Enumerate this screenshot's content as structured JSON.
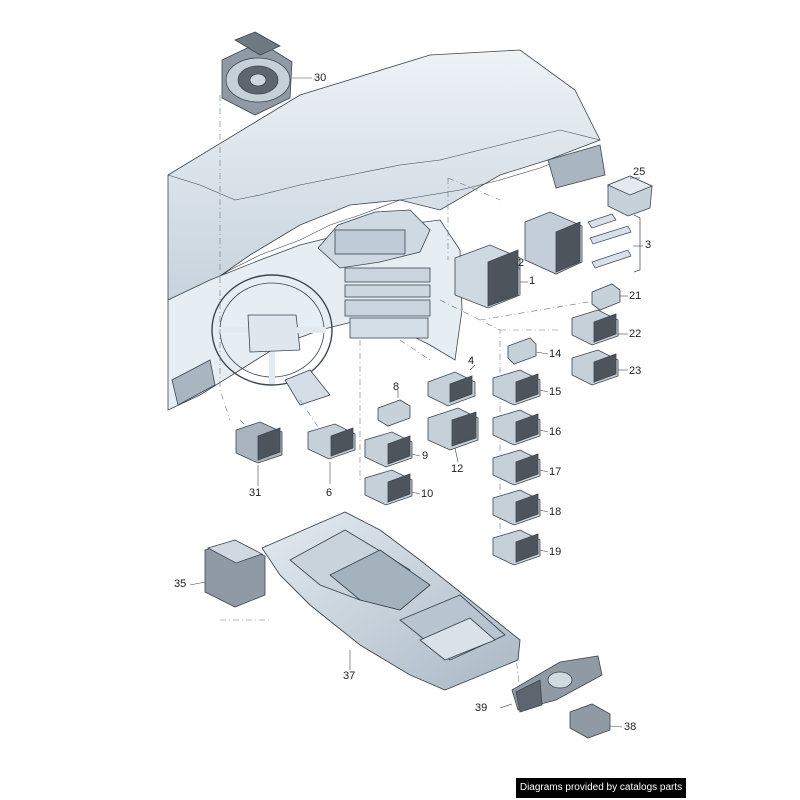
{
  "callouts": {
    "n1": "1",
    "n2": "2",
    "n3": "3",
    "n4": "4",
    "n6": "6",
    "n8": "8",
    "n9": "9",
    "n10": "10",
    "n12": "12",
    "n14": "14",
    "n15": "15",
    "n16": "16",
    "n17": "17",
    "n18": "18",
    "n19": "19",
    "n21": "21",
    "n22": "22",
    "n23": "23",
    "n25": "25",
    "n30": "30",
    "n31": "31",
    "n35": "35",
    "n37": "37",
    "n38": "38",
    "n39": "39"
  },
  "credit": "Diagrams provided by catalogs parts",
  "colors": {
    "part_fill": "#dde6ee",
    "part_shade": "#b9c7d3",
    "switch_dark": "#4d545b",
    "line": "#3c4650"
  }
}
